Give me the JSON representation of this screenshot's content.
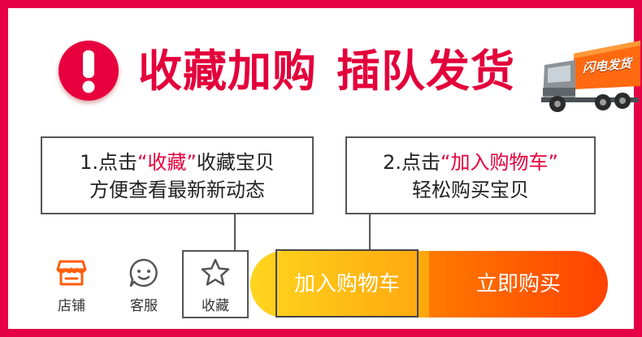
{
  "colors": {
    "frame": "#e60045",
    "headline": "#e3003b",
    "highlight_text": "#e6003c",
    "cart_button_gradient": [
      "#ffd51e",
      "#ffa60e"
    ],
    "buy_button_gradient": [
      "#ff7a00",
      "#ff4200"
    ],
    "icon_accent": "#ff5d0e"
  },
  "banner": {
    "icon": "exclamation-icon",
    "title_part1": "收藏加购",
    "title_part2": "插队发货",
    "truck_icon": "delivery-truck-icon",
    "truck_sign": "闪电发货"
  },
  "notes": [
    {
      "step": "1.点击",
      "quoted": "“收藏”",
      "rest": "收藏宝贝",
      "line2": "方便查看最新新动态"
    },
    {
      "step": "2.点击",
      "quoted": "“加入购物车”",
      "rest": "",
      "line2": "轻松购买宝贝"
    }
  ],
  "toolbar": {
    "shop": {
      "icon": "storefront-icon",
      "label": "店铺"
    },
    "service": {
      "icon": "chat-smile-icon",
      "label": "客服"
    },
    "favorite": {
      "icon": "star-icon",
      "label": "收藏"
    },
    "add_to_cart": "加入购物车",
    "buy_now": "立即购买"
  }
}
